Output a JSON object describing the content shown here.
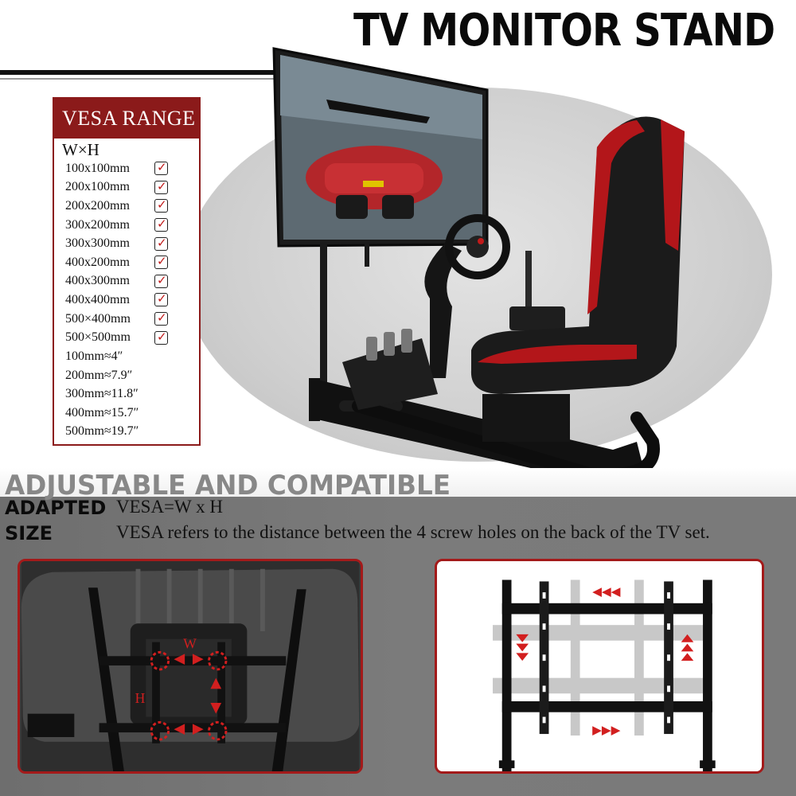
{
  "title": "TV MONITOR STAND",
  "vesa_card": {
    "header": "VESA RANGE",
    "subheader": "W×H",
    "sizes": [
      "100x100mm",
      "200x100mm",
      "200x200mm",
      "300x200mm",
      "300x300mm",
      "400x200mm",
      "400x300mm",
      "400x400mm",
      "500×400mm",
      "500×500mm"
    ],
    "conversions": [
      "100mm≈4″",
      "200mm≈7.9″",
      "300mm≈11.8″",
      "400mm≈15.7″",
      "500mm≈19.7″"
    ]
  },
  "section": {
    "headline": "ADJUSTABLE AND COMPATIBLE",
    "label_adapted": "ADAPTED",
    "label_size": "SIZE",
    "vesa_formula": "VESA=W x H",
    "vesa_description": "VESA refers to the distance between the 4 screw holes on the back of the TV set."
  },
  "diagram_labels": {
    "width": "W",
    "height": "H"
  },
  "colors": {
    "accent_red": "#a31a1a",
    "card_red": "#8b1a1a",
    "bottom_gray": "#777777"
  },
  "icons": [
    "checkbox-checked-icon",
    "arrow-left-icon",
    "arrow-right-icon",
    "arrow-up-icon",
    "arrow-down-icon"
  ]
}
